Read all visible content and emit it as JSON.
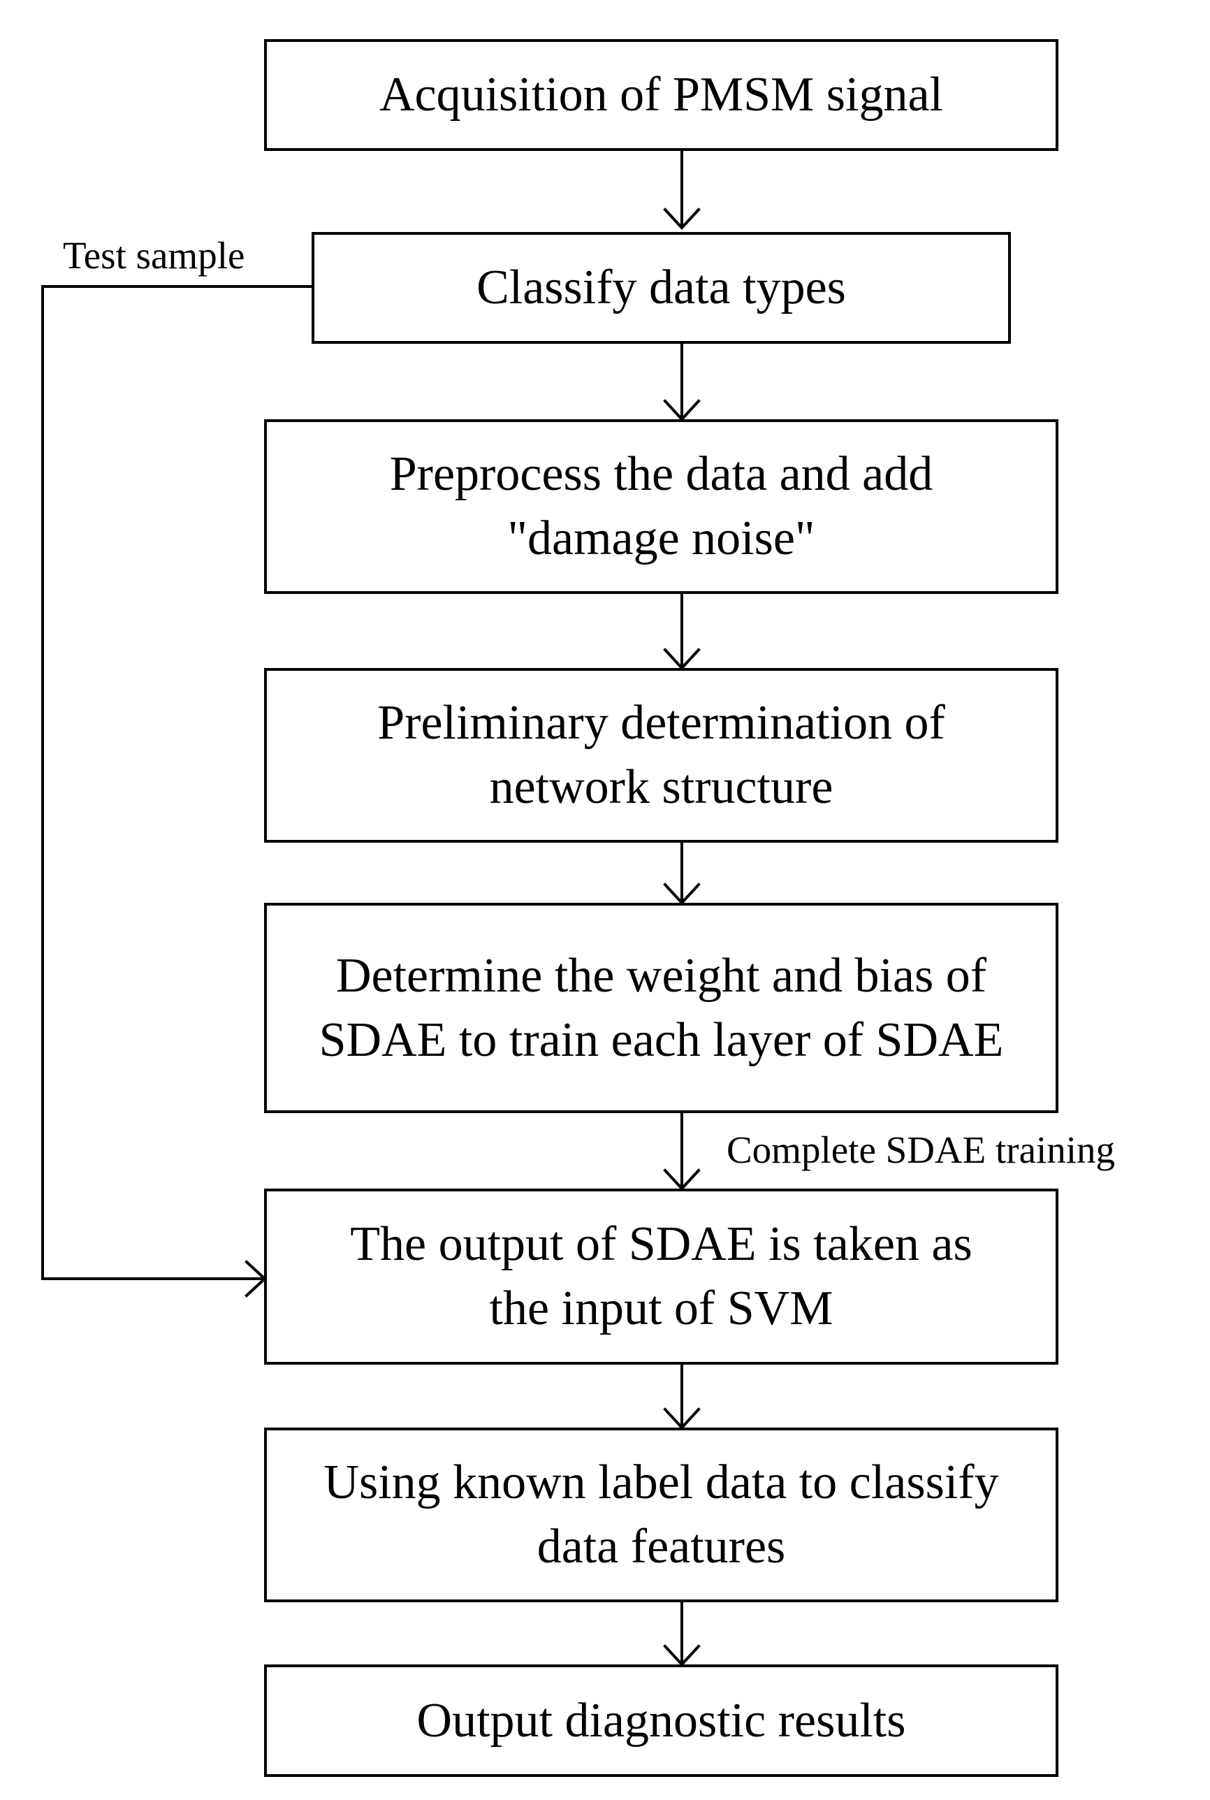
{
  "steps": [
    {
      "lines": [
        "Acquisition of PMSM signal"
      ]
    },
    {
      "lines": [
        "Classify data types"
      ]
    },
    {
      "lines": [
        "Preprocess the data and add",
        "\"damage noise\""
      ]
    },
    {
      "lines": [
        "Preliminary determination of",
        "network structure"
      ]
    },
    {
      "lines": [
        "Determine the weight and bias of",
        "SDAE to train each layer of SDAE"
      ]
    },
    {
      "lines": [
        "The output of SDAE is taken as",
        "the input of SVM"
      ]
    },
    {
      "lines": [
        "Using known label data to classify",
        "data features"
      ]
    },
    {
      "lines": [
        "Output diagnostic results"
      ]
    }
  ],
  "labels": {
    "test_sample": "Test sample",
    "complete_training": "Complete SDAE training"
  }
}
